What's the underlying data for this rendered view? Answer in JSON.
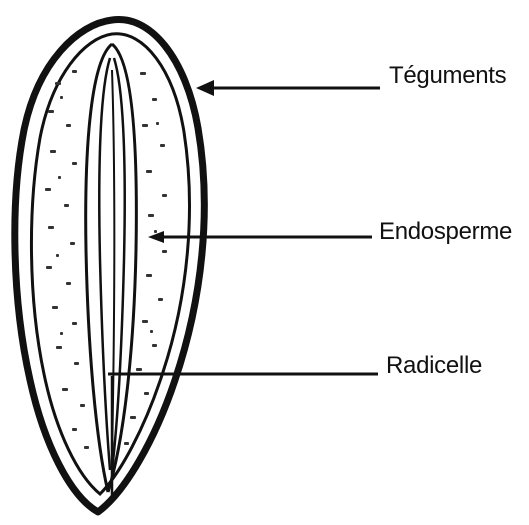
{
  "diagram": {
    "labels": {
      "teguments": "Téguments",
      "endosperme": "Endosperme",
      "radicelle": "Radicelle"
    },
    "colors": {
      "ink": "#111111",
      "background": "#ffffff"
    }
  }
}
